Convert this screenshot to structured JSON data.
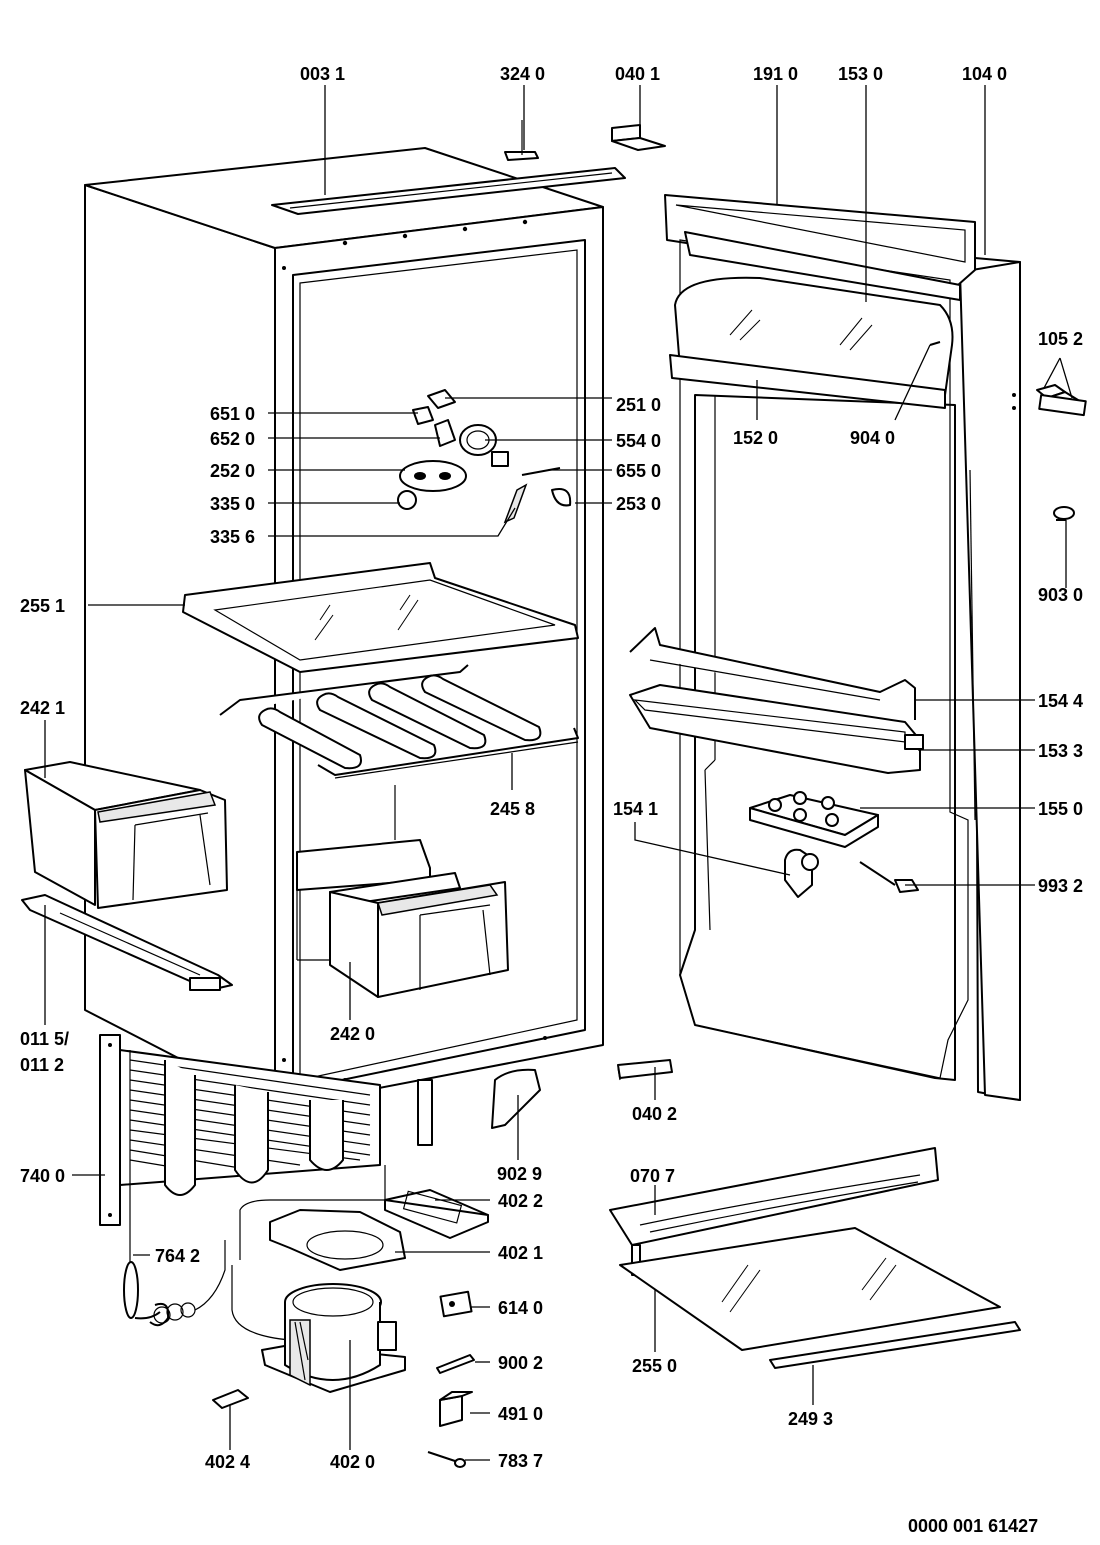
{
  "drawing_number": "0000 001 61427",
  "labels": {
    "l0031": "003 1",
    "l3240": "324 0",
    "l0401": "040 1",
    "l1910": "191 0",
    "l1530": "153 0",
    "l1040": "104 0",
    "l1052": "105 2",
    "l2510": "251 0",
    "l6510": "651 0",
    "l6520": "652 0",
    "l5540": "554 0",
    "l2520": "252 0",
    "l6550": "655 0",
    "l3350": "335 0",
    "l2530": "253 0",
    "l3356": "335 6",
    "l1520": "152 0",
    "l9040": "904 0",
    "l9030": "903 0",
    "l2551": "255 1",
    "l2421": "242 1",
    "l1544": "154 4",
    "l1533": "153 3",
    "l2458": "245 8",
    "l1541": "154 1",
    "l1550": "155 0",
    "l9932": "993 2",
    "l0115": "011 5/",
    "l0112": "011 2",
    "l2420": "242 0",
    "l0402": "040 2",
    "l7400": "740 0",
    "l9029": "902 9",
    "l0707": "070 7",
    "l4022": "402 2",
    "l7642": "764 2",
    "l4021": "402 1",
    "l6140": "614 0",
    "l2550": "255 0",
    "l9002": "900 2",
    "l4910": "491 0",
    "l2493": "249 3",
    "l4024": "402 4",
    "l4020": "402 0",
    "l7837": "783 7"
  }
}
